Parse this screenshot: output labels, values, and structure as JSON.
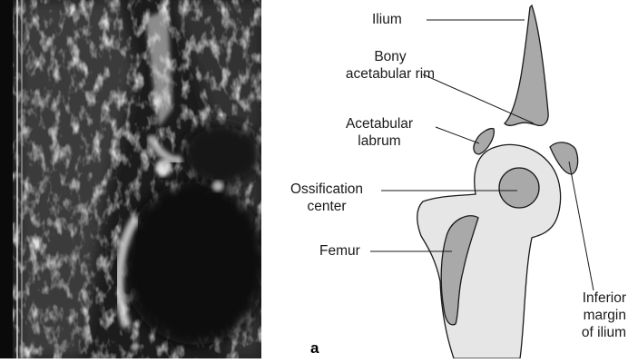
{
  "figure": {
    "panel_letter": "a",
    "labels": {
      "ilium": "Ilium",
      "bony_rim_line1": "Bony",
      "bony_rim_line2": "acetabular rim",
      "labrum_line1": "Acetabular",
      "labrum_line2": "labrum",
      "ossification_line1": "Ossification",
      "ossification_line2": "center",
      "femur": "Femur",
      "inferior_line1": "Inferior",
      "inferior_line2": "margin",
      "inferior_line3": "of ilium"
    },
    "colors": {
      "outline": "#1a1a1a",
      "bone_fill": "#a9a9a9",
      "cartilage_fill": "#e6e6e6",
      "ossification_fill": "#a9a9a9",
      "ultrasound_bg": "#1c1c1c"
    }
  }
}
